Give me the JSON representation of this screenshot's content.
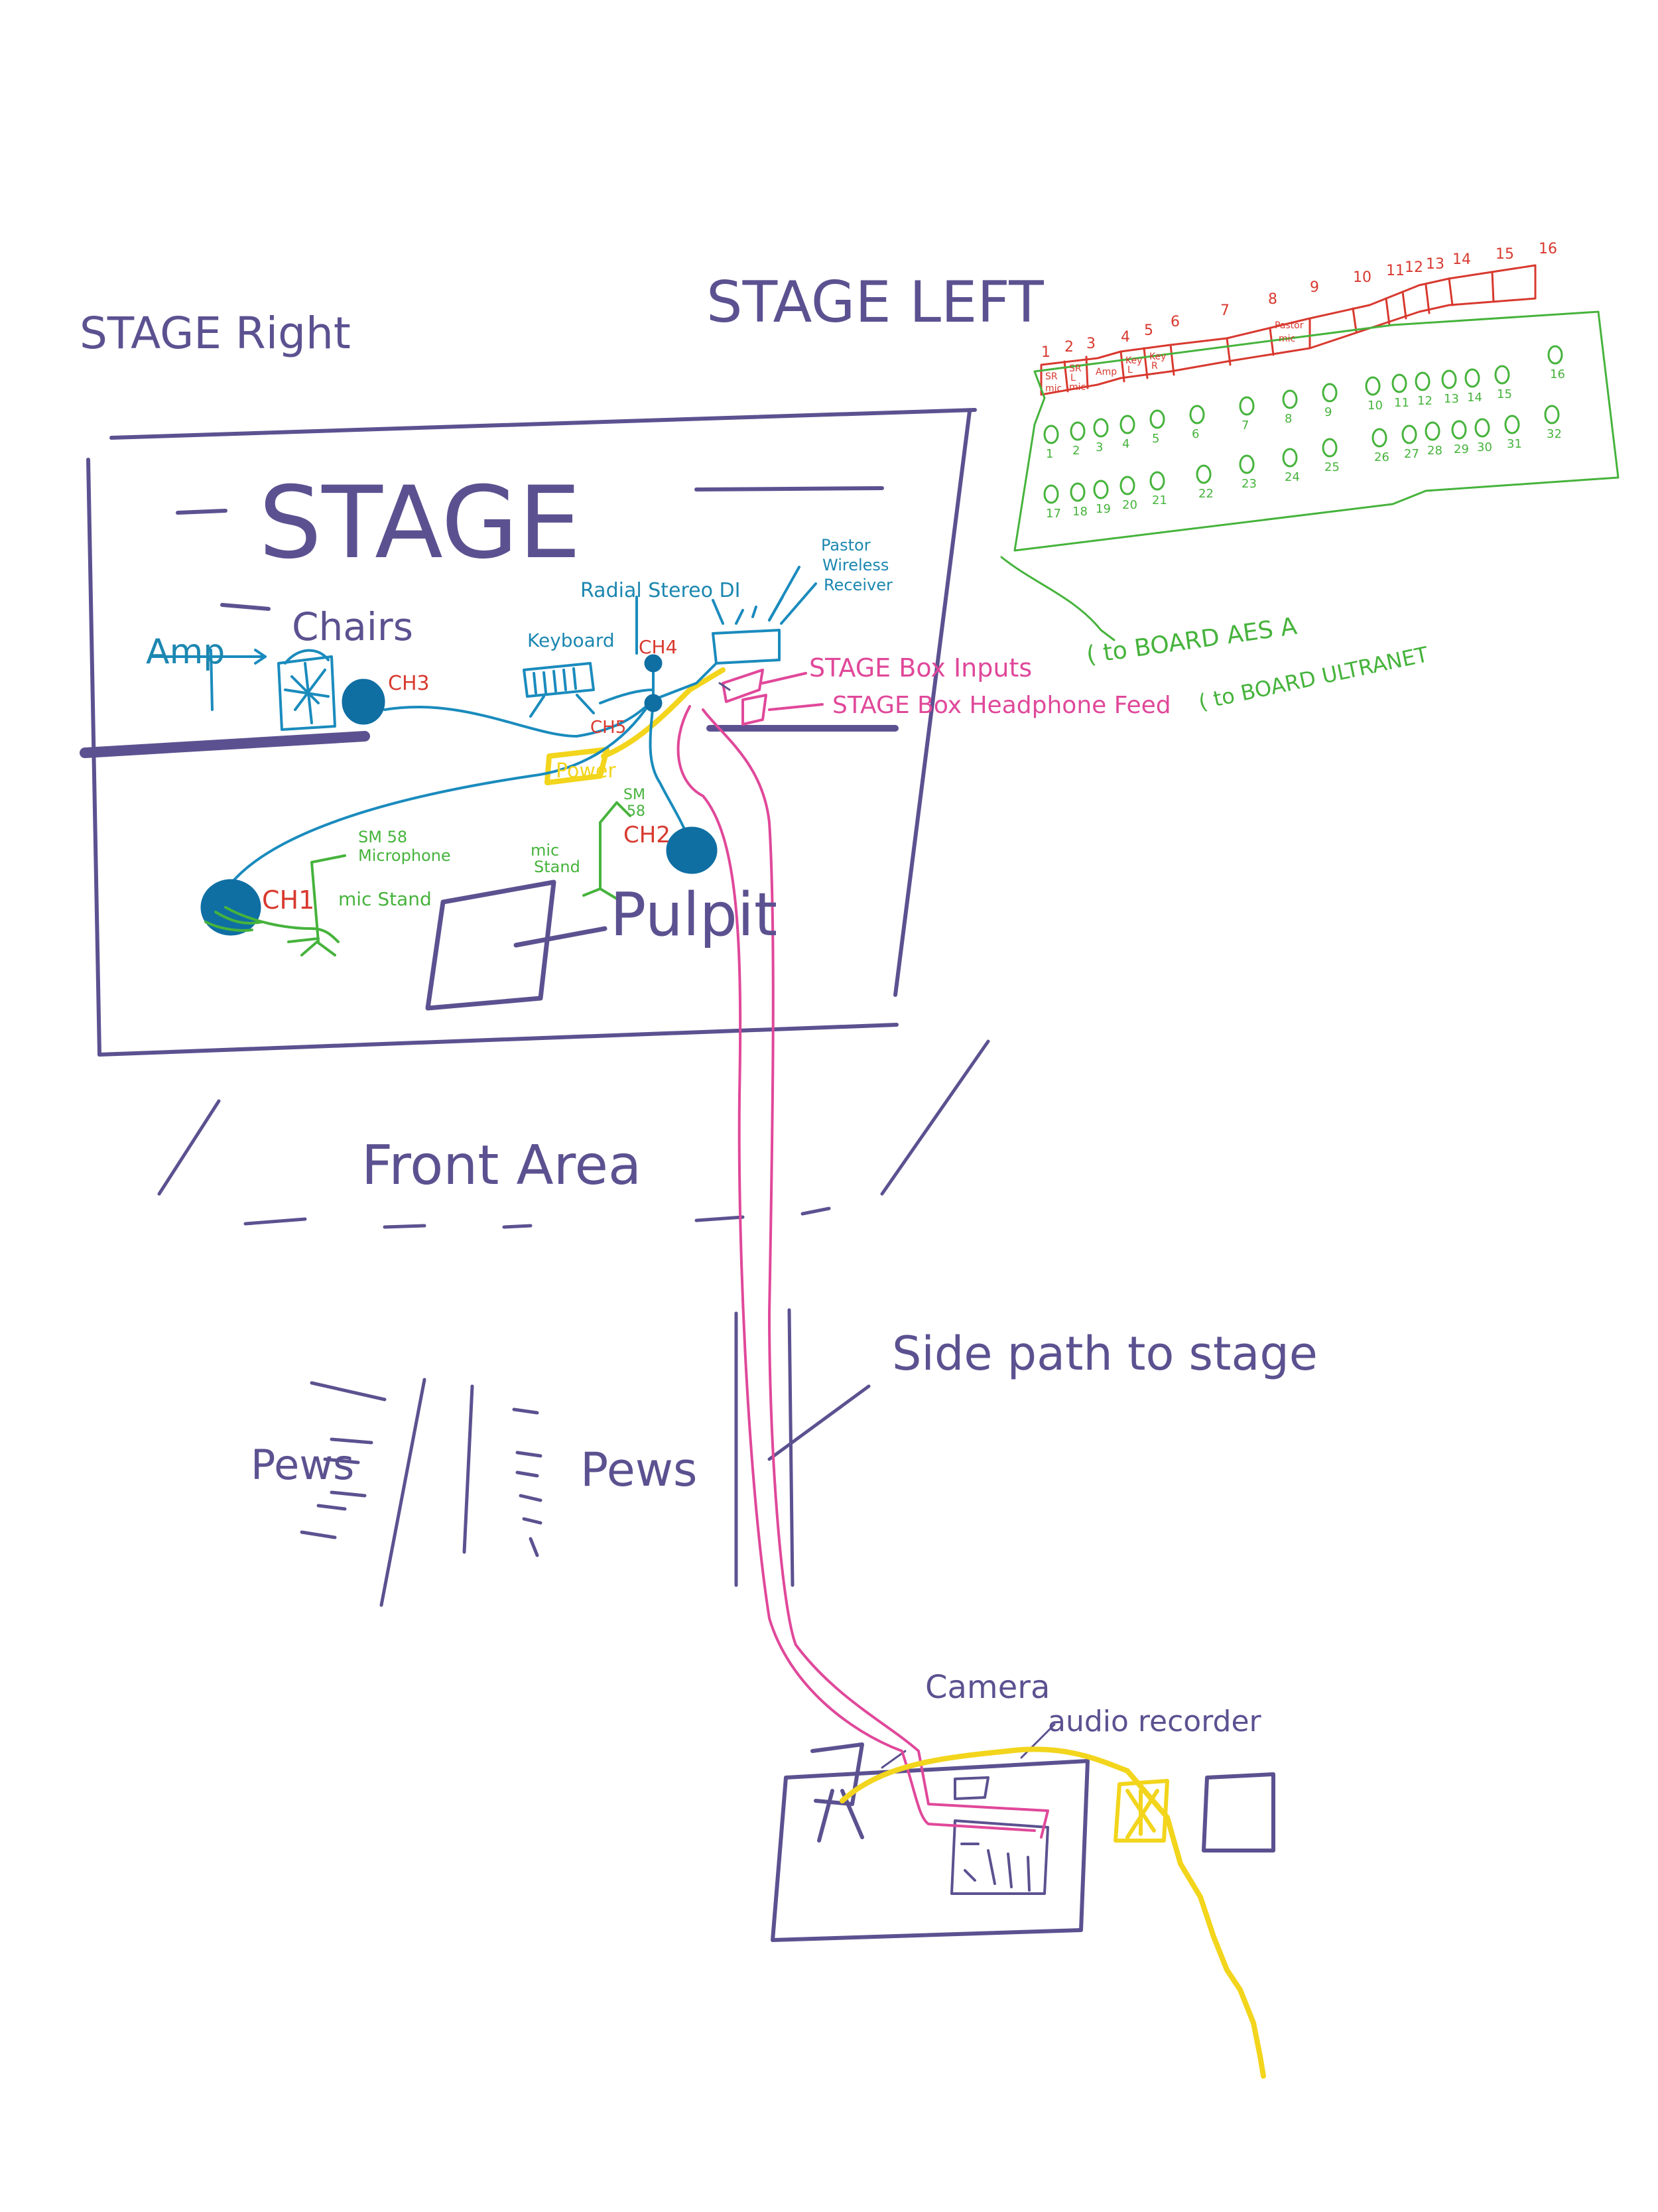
{
  "colors": {
    "ink": "#5c5190",
    "cable_blue": "#1a8bbd",
    "mic_blue": "#0f6fa3",
    "channel_red": "#d8392f",
    "mic_green": "#46b33c",
    "power_yellow": "#f2d51c",
    "snake_pink": "#e0489a",
    "note_teal": "#1c87b0"
  },
  "labels": {
    "stage_right": "STAGE Right",
    "stage_left": "STAGE LEFT",
    "stage": "STAGE",
    "front_area": "Front Area",
    "side_path": "Side path to stage",
    "pews_left": "Pews",
    "pews_right": "Pews",
    "pulpit": "Pulpit",
    "chairs": "Chairs",
    "amp": "Amp",
    "keyboard": "Keyboard",
    "radial_di": "Radial Stereo DI",
    "pastor_receiver": [
      "Pastor",
      "Wireless",
      "Receiver"
    ],
    "power": "Power",
    "sm58_microphone": [
      "SM 58",
      "Microphone"
    ],
    "mic_stand_1": "mic Stand",
    "sm58_2": [
      "SM",
      "58"
    ],
    "mic_stand_2": [
      "mic",
      "Stand"
    ],
    "camera": "Camera",
    "audio_recorder": "audio recorder",
    "stage_box_inputs": "STAGE Box Inputs",
    "stage_box_inputs_note": "( to BOARD AES A",
    "stage_box_headphone": "STAGE Box Headphone Feed",
    "stage_box_headphone_note": "( to BOARD ULTRANET"
  },
  "channels": {
    "ch1": "CH1",
    "ch2": "CH2",
    "ch3": "CH3",
    "ch4": "CH4",
    "ch5": "CH5"
  },
  "patch_numbers": [
    "1",
    "2",
    "3",
    "4",
    "5",
    "6",
    "7",
    "8",
    "9",
    "10",
    "11",
    "12",
    "13",
    "14",
    "15",
    "16"
  ],
  "patch_cells": {
    "c1": [
      "SR",
      "mic"
    ],
    "c2": [
      "SR",
      "L",
      "mic"
    ],
    "c3": "Amp",
    "c4": [
      "Key",
      "L"
    ],
    "c5": [
      "Key",
      "R"
    ],
    "c8": [
      "Pastor",
      "mic"
    ]
  },
  "stagebox_top_row": [
    "1",
    "2",
    "3",
    "4",
    "5",
    "6",
    "7",
    "8",
    "9",
    "10",
    "11",
    "12",
    "13",
    "14",
    "15",
    "16"
  ],
  "stagebox_bottom_row": [
    "17",
    "18",
    "19",
    "20",
    "21",
    "22",
    "23",
    "24",
    "25",
    "26",
    "27",
    "28",
    "29",
    "30",
    "31",
    "32"
  ]
}
